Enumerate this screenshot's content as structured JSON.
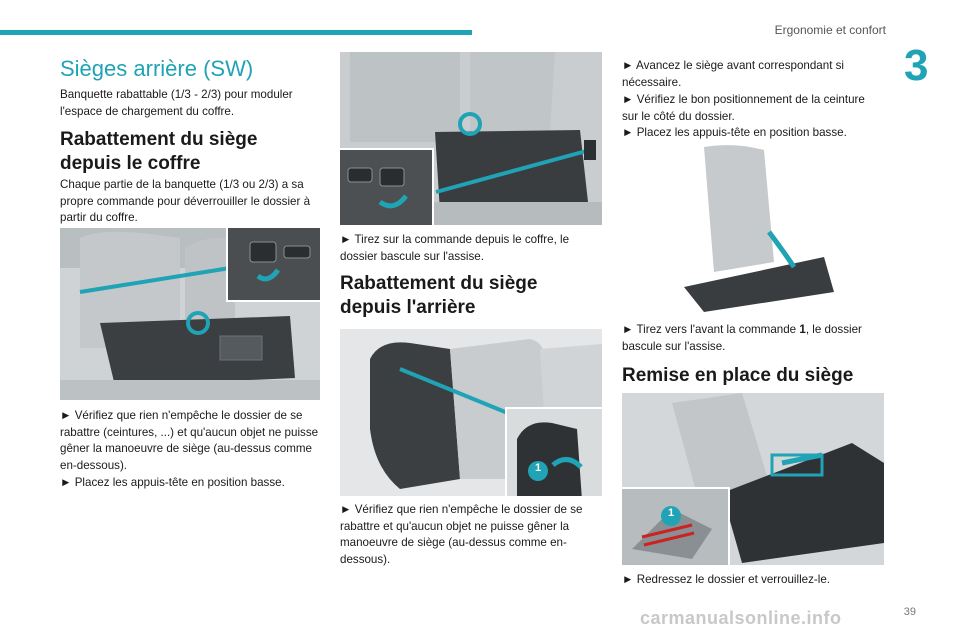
{
  "header": {
    "section_title": "Ergonomie et confort",
    "chapter_number": "3"
  },
  "col1": {
    "title": "Sièges arrière (SW)",
    "intro": "Banquette rabattable (1/3 - 2/3) pour moduler l'espace de chargement du coffre.",
    "heading": "Rabattement du siège depuis le coffre",
    "para": "Chaque partie de la banquette (1/3 ou 2/3) a sa propre commande pour déverrouiller le dossier à partir du coffre.",
    "bullet1": "► Vérifiez que rien n'empêche le dossier de se rabattre (ceintures, ...) et qu'aucun objet ne puisse gêner la manoeuvre de siège (au-dessus comme en-dessous).",
    "bullet2": "► Placez les appuis-tête en position basse."
  },
  "col2": {
    "bullet1": "► Tirez sur la commande depuis le coffre, le dossier bascule sur l'assise.",
    "heading": "Rabattement du siège depuis l'arrière",
    "bullet2": "► Vérifiez que rien n'empêche le dossier de se rabattre et qu'aucun objet ne puisse gêner la manoeuvre de siège (au-dessus comme en-dessous).",
    "callout": "1"
  },
  "col3": {
    "bullet1": "► Avancez le siège avant correspondant si nécessaire.",
    "bullet2": "► Vérifiez le bon positionnement de la ceinture sur le côté du dossier.",
    "bullet3": "► Placez les appuis-tête en position basse.",
    "bullet4_pre": "► Tirez vers l'avant la commande ",
    "bullet4_bold": "1",
    "bullet4_post": ", le dossier bascule sur l'assise.",
    "heading": "Remise en place du siège",
    "callout": "1",
    "bullet5": "► Redressez le dossier et verrouillez-le."
  },
  "footer": {
    "page_number": "39",
    "watermark": "carmanualsonline.info"
  },
  "colors": {
    "accent": "#1fa3b5",
    "text": "#1a1a1a",
    "figure_bg": "#d4d8da"
  }
}
